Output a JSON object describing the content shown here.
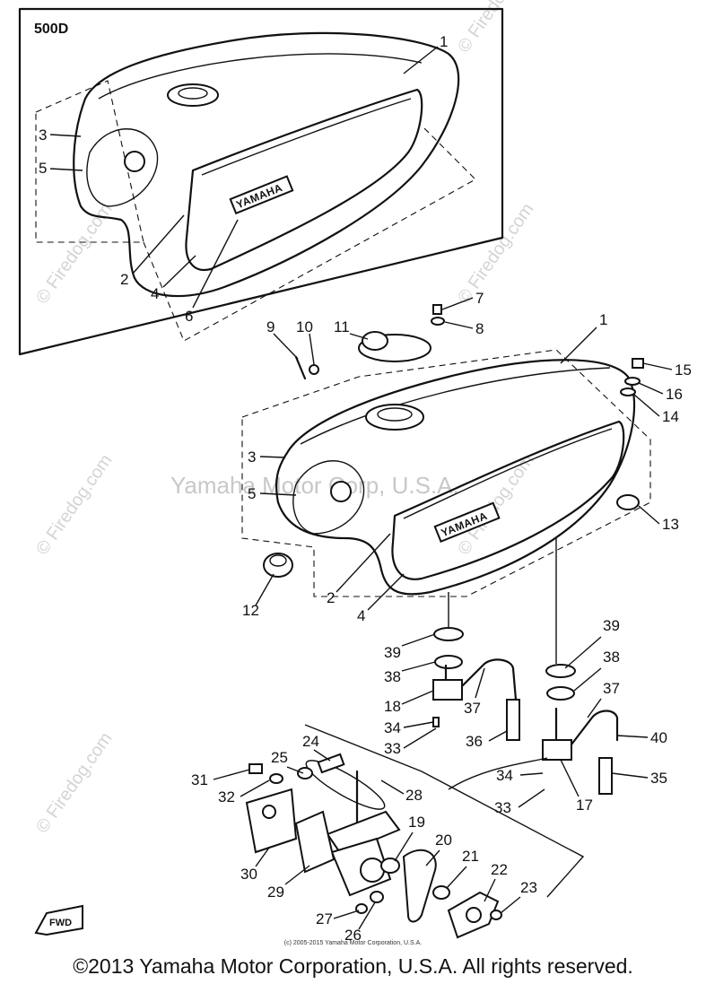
{
  "diagram": {
    "model_label": "500D",
    "emblem_text": "YAMAHA",
    "fwd_label": "FWD",
    "watermark_center": "Yamaha Motor Corp, U.S.A.",
    "watermark_side": "© Firedog.com",
    "callouts": [
      "1",
      "2",
      "3",
      "4",
      "5",
      "6",
      "7",
      "8",
      "9",
      "10",
      "11",
      "12",
      "13",
      "14",
      "15",
      "16",
      "17",
      "18",
      "19",
      "20",
      "21",
      "22",
      "23",
      "24",
      "25",
      "26",
      "27",
      "28",
      "29",
      "30",
      "31",
      "32",
      "33",
      "34",
      "35",
      "36",
      "37",
      "38",
      "39",
      "40"
    ]
  },
  "footer": {
    "small_copyright": "(c) 2005-2015 Yamaha Motor Corporation, U.S.A.",
    "copyright": "©2013 Yamaha Motor Corporation, U.S.A. All rights reserved."
  }
}
